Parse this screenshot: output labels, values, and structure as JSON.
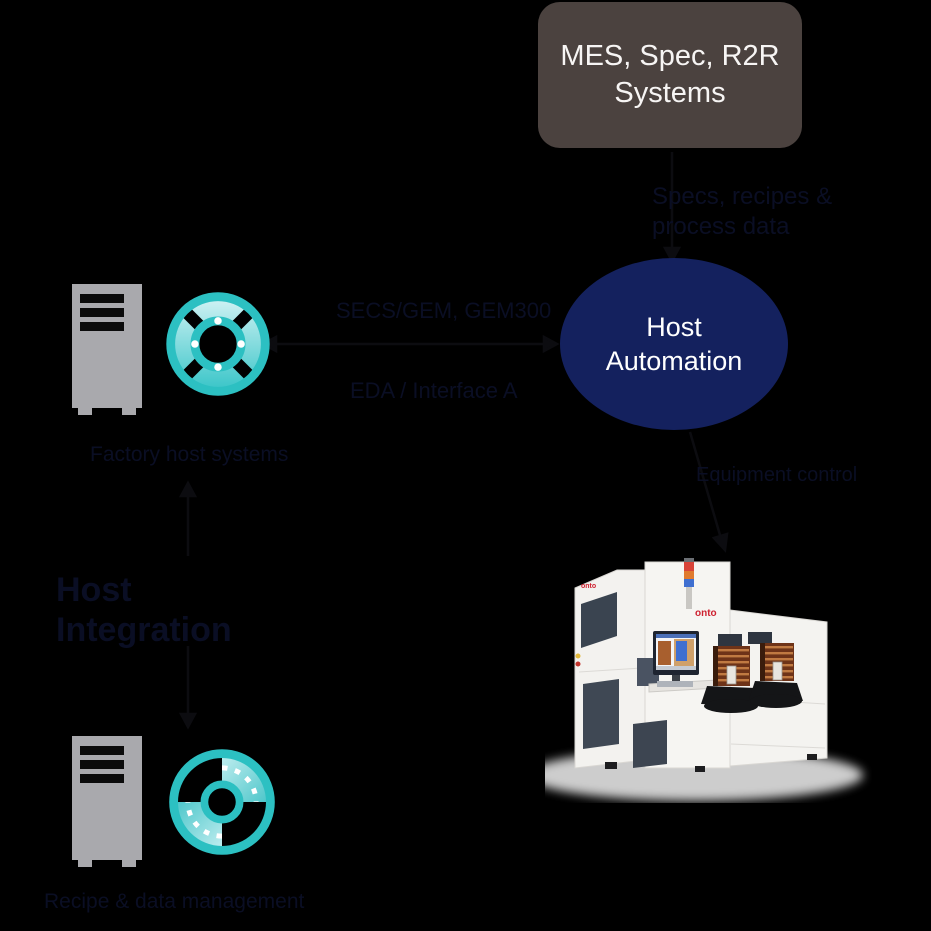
{
  "canvas": {
    "background": "#000000"
  },
  "mes_box": {
    "label": "MES, Spec, R2R\nSystems",
    "bg": "#4b423f",
    "text_color": "#f7f5f4"
  },
  "host_ellipse": {
    "label": "Host\nAutomation",
    "bg": "#14215e",
    "text_color": "#ffffff"
  },
  "faint_labels": {
    "color": "#0a0e24",
    "mes_link_note": "Specs, recipes &\nprocess data",
    "protocol_top": "SECS/GEM, GEM300",
    "protocol_bottom": "EDA / Interface A",
    "factory_host": "Factory host systems",
    "equipment_link": "Equipment control",
    "section_heading": "Host Integration",
    "data_server": "Recipe & data management"
  },
  "icons": {
    "server_tower": {
      "body": "#a9a9ad",
      "slot": "#0b0b0b"
    },
    "lifesaver_ring": {
      "ring": "#2cc0c2",
      "fill_light": "#cdf1f3",
      "fill_mid": "#58ced2",
      "dot": "#ffffff"
    },
    "process_ring": {
      "ring": "#2cc0c2",
      "fill_light": "#c2eef0",
      "fill_mid": "#49c5c9",
      "dash": "#ffffff"
    }
  },
  "equipment": {
    "brand": "onto",
    "brand_color": "#ce2130",
    "body_color": "#f4f3f0",
    "signal_tower_colors": [
      "#d84338",
      "#e07a2e",
      "#3f6fd0"
    ],
    "cassette_color": "#6e3318",
    "shadow_color": "#d8d8d8"
  }
}
